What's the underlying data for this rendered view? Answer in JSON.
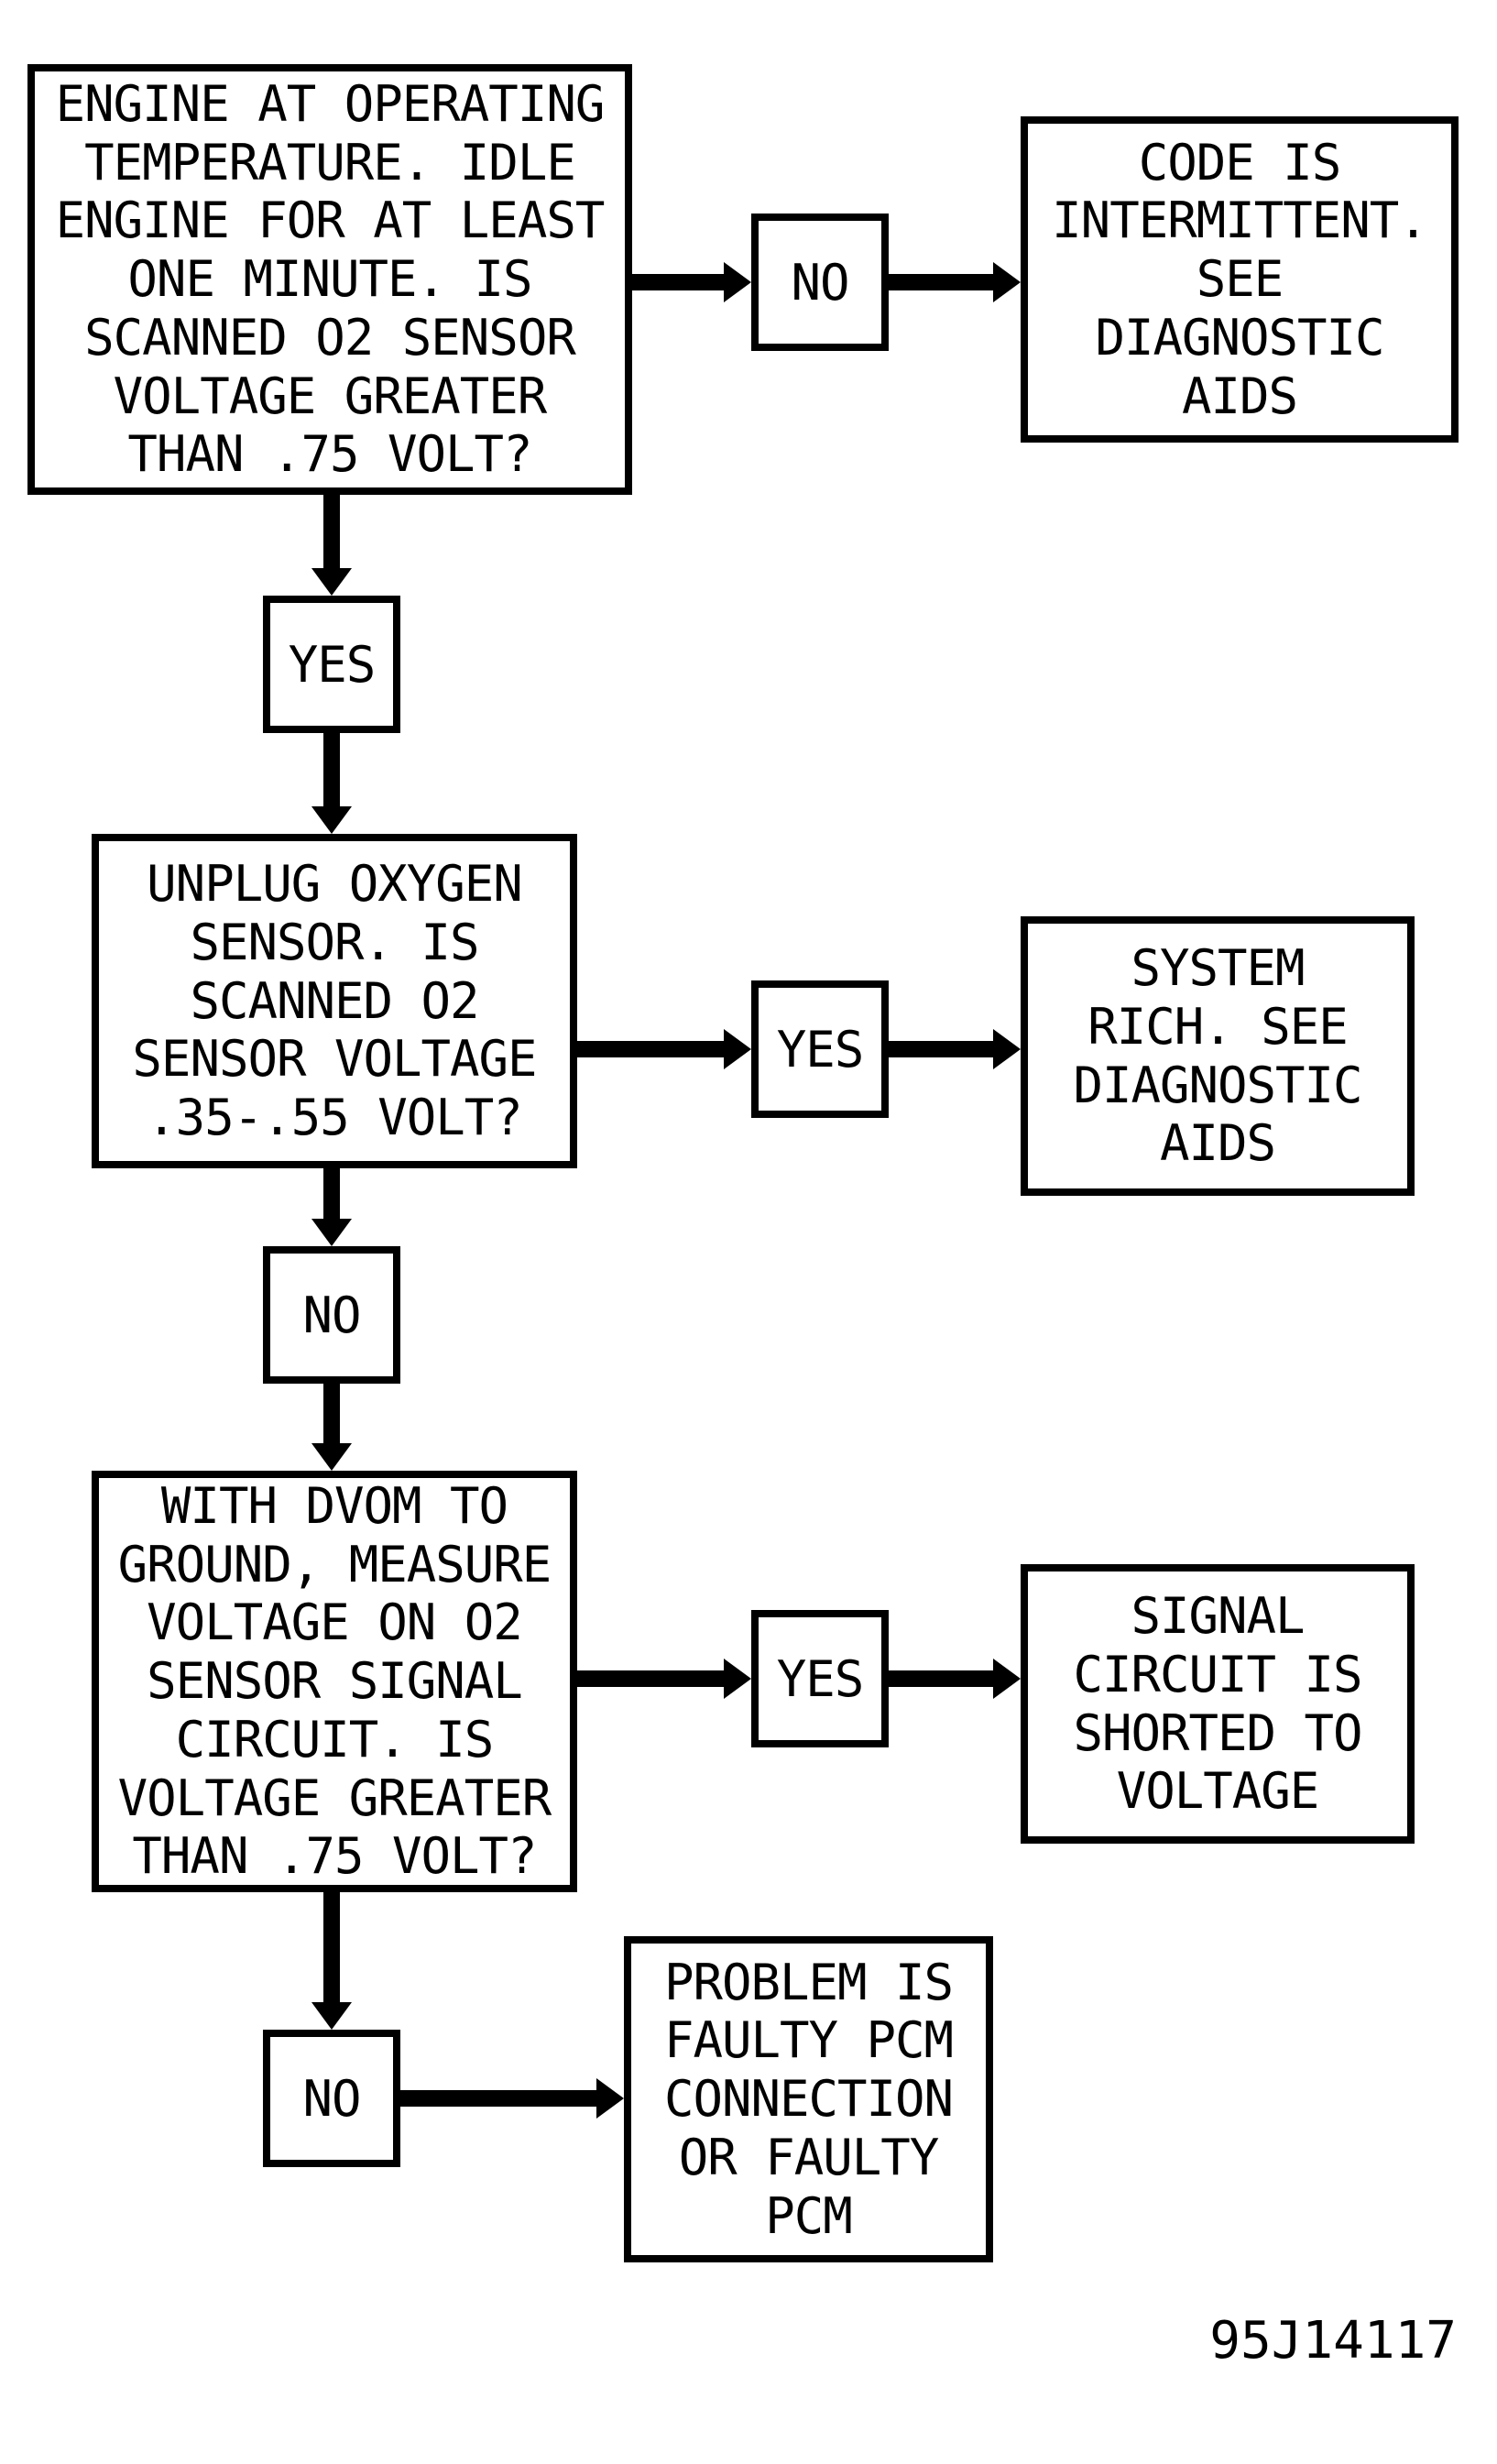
{
  "figure_id": "95J14117",
  "colors": {
    "line": "#000000",
    "background": "#ffffff"
  },
  "nodes": {
    "q1": {
      "text": "ENGINE AT OPERATING\nTEMPERATURE. IDLE\nENGINE FOR AT LEAST\nONE MINUTE. IS\nSCANNED O2 SENSOR\nVOLTAGE GREATER\nTHAN .75 VOLT?"
    },
    "no1": {
      "label": "NO"
    },
    "r1": {
      "text": "CODE IS\nINTERMITTENT.\nSEE\nDIAGNOSTIC\nAIDS"
    },
    "yes1": {
      "label": "YES"
    },
    "q2": {
      "text": "UNPLUG OXYGEN\nSENSOR. IS\nSCANNED O2\nSENSOR VOLTAGE\n.35-.55 VOLT?"
    },
    "yes2": {
      "label": "YES"
    },
    "r2": {
      "text": "SYSTEM\nRICH. SEE\nDIAGNOSTIC\nAIDS"
    },
    "no2": {
      "label": "NO"
    },
    "q3": {
      "text": "WITH DVOM TO\nGROUND, MEASURE\nVOLTAGE ON O2\nSENSOR SIGNAL\nCIRCUIT. IS\nVOLTAGE GREATER\nTHAN .75 VOLT?"
    },
    "yes3": {
      "label": "YES"
    },
    "r3": {
      "text": "SIGNAL\nCIRCUIT IS\nSHORTED TO\nVOLTAGE"
    },
    "no3": {
      "label": "NO"
    },
    "r4": {
      "text": "PROBLEM IS\nFAULTY PCM\nCONNECTION\nOR FAULTY\nPCM"
    }
  }
}
